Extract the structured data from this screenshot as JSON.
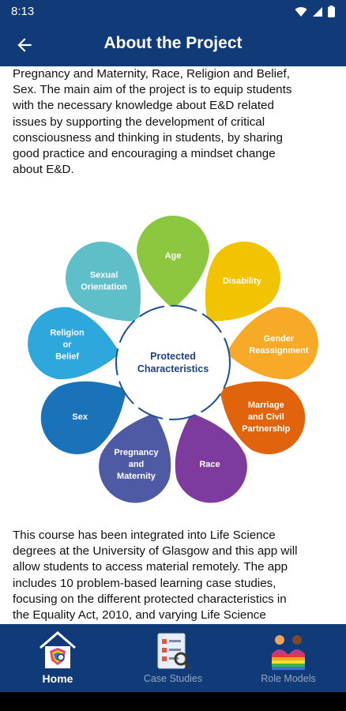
{
  "status_bar": {
    "time": "8:13"
  },
  "app_bar": {
    "title": "About the Project"
  },
  "content": {
    "intro_lines": [
      "Pregnancy and Maternity, Race, Religion and Belief,",
      "Sex. The main aim of the project is to equip students",
      "with the necessary knowledge about E&D related",
      "issues by supporting the development of critical",
      "consciousness and thinking in students, by sharing",
      "good practice and encouraging a mindset change",
      "about E&D."
    ],
    "diagram": {
      "center_lines": [
        "Protected",
        "Characteristics"
      ],
      "petals": [
        {
          "lines": [
            "Age"
          ],
          "color": "#8dc63f"
        },
        {
          "lines": [
            "Disability"
          ],
          "color": "#f2c300"
        },
        {
          "lines": [
            "Gender",
            "Reassignment"
          ],
          "color": "#f7a928"
        },
        {
          "lines": [
            "Marriage",
            "and Civil",
            "Partnership"
          ],
          "color": "#e1640d"
        },
        {
          "lines": [
            "Race"
          ],
          "color": "#7e3b9e"
        },
        {
          "lines": [
            "Pregnancy",
            "and",
            "Maternity"
          ],
          "color": "#4f5aa5"
        },
        {
          "lines": [
            "Sex"
          ],
          "color": "#1a72b8"
        },
        {
          "lines": [
            "Religion",
            "or",
            "Belief"
          ],
          "color": "#2ea7dc"
        },
        {
          "lines": [
            "Sexual",
            "Orientation"
          ],
          "color": "#5fbfc8"
        }
      ]
    },
    "body_lines": [
      "This course has been integrated into Life Science",
      "degrees at the University of Glasgow and this app will",
      "allow students to access material remotely. The app",
      "includes 10 problem-based learning case studies,",
      "focusing on the different protected characteristics in",
      "the Equality Act, 2010, and varying Life Science"
    ]
  },
  "bottom_nav": {
    "items": [
      {
        "label": "Home",
        "icon": "home-icon",
        "active": true
      },
      {
        "label": "Case Studies",
        "icon": "case-studies-icon",
        "active": false
      },
      {
        "label": "Role Models",
        "icon": "role-models-icon",
        "active": false
      }
    ]
  },
  "colors": {
    "primary": "#113a78",
    "inactive_label": "#9aa6bd"
  }
}
